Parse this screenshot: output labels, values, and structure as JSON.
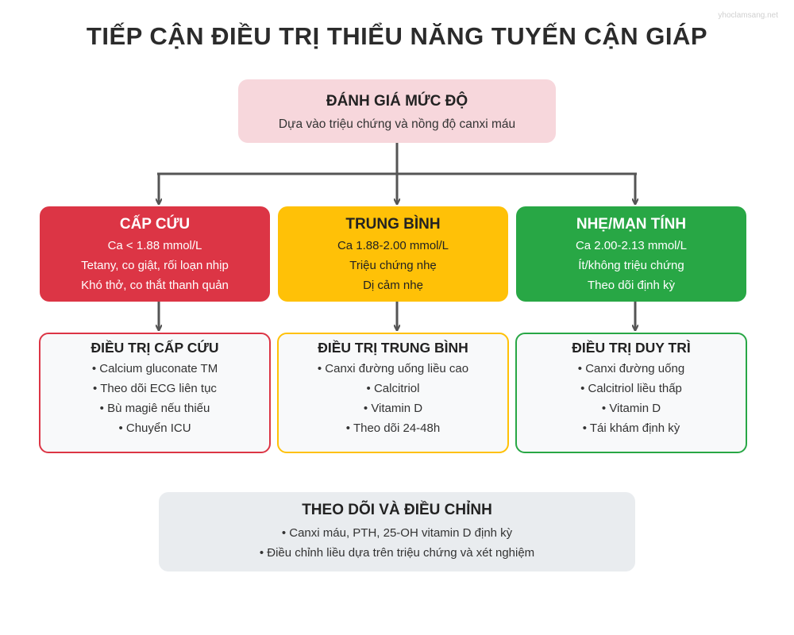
{
  "watermark": "yhoclamsang.net",
  "title": "TIẾP CẬN ĐIỀU TRỊ THIỂU NĂNG TUYẾN CẬN GIÁP",
  "assessment": {
    "heading": "ĐÁNH GIÁ MỨC ĐỘ",
    "description": "Dựa vào triệu chứng và nồng độ canxi máu"
  },
  "severity": [
    {
      "heading": "CẤP CỨU",
      "lines": [
        "Ca < 1.88 mmol/L",
        "Tetany, co giật, rối loạn nhịp",
        "Khó thở, co thắt thanh quản"
      ]
    },
    {
      "heading": "TRUNG BÌNH",
      "lines": [
        "Ca 1.88-2.00 mmol/L",
        "Triệu chứng nhẹ",
        "Dị cảm nhẹ"
      ]
    },
    {
      "heading": "NHẸ/MẠN TÍNH",
      "lines": [
        "Ca 2.00-2.13 mmol/L",
        "Ít/không triệu chứng",
        "Theo dõi định kỳ"
      ]
    }
  ],
  "treatment": [
    {
      "heading": "ĐIỀU TRỊ CẤP CỨU",
      "items": [
        "• Calcium gluconate TM",
        "• Theo dõi ECG liên tục",
        "• Bù magiê nếu thiếu",
        "• Chuyển ICU"
      ]
    },
    {
      "heading": "ĐIỀU TRỊ TRUNG BÌNH",
      "items": [
        "• Canxi đường uống liều cao",
        "• Calcitriol",
        "• Vitamin D",
        "• Theo dõi 24-48h"
      ]
    },
    {
      "heading": "ĐIỀU TRỊ DUY TRÌ",
      "items": [
        "• Canxi đường uống",
        "• Calcitriol liều thấp",
        "• Vitamin D",
        "• Tái khám định kỳ"
      ]
    }
  ],
  "monitoring": {
    "heading": "THEO DÕI VÀ ĐIỀU CHỈNH",
    "items": [
      "• Canxi máu, PTH, 25-OH vitamin D định kỳ",
      "• Điều chỉnh liều dựa trên triệu chứng và xét nghiệm"
    ]
  },
  "colors": {
    "emergency": "#dc3545",
    "moderate": "#ffc107",
    "mild": "#28a745",
    "assessment_bg": "#f7d7dc",
    "monitor_bg": "#e9ecef",
    "connector": "#555555"
  }
}
